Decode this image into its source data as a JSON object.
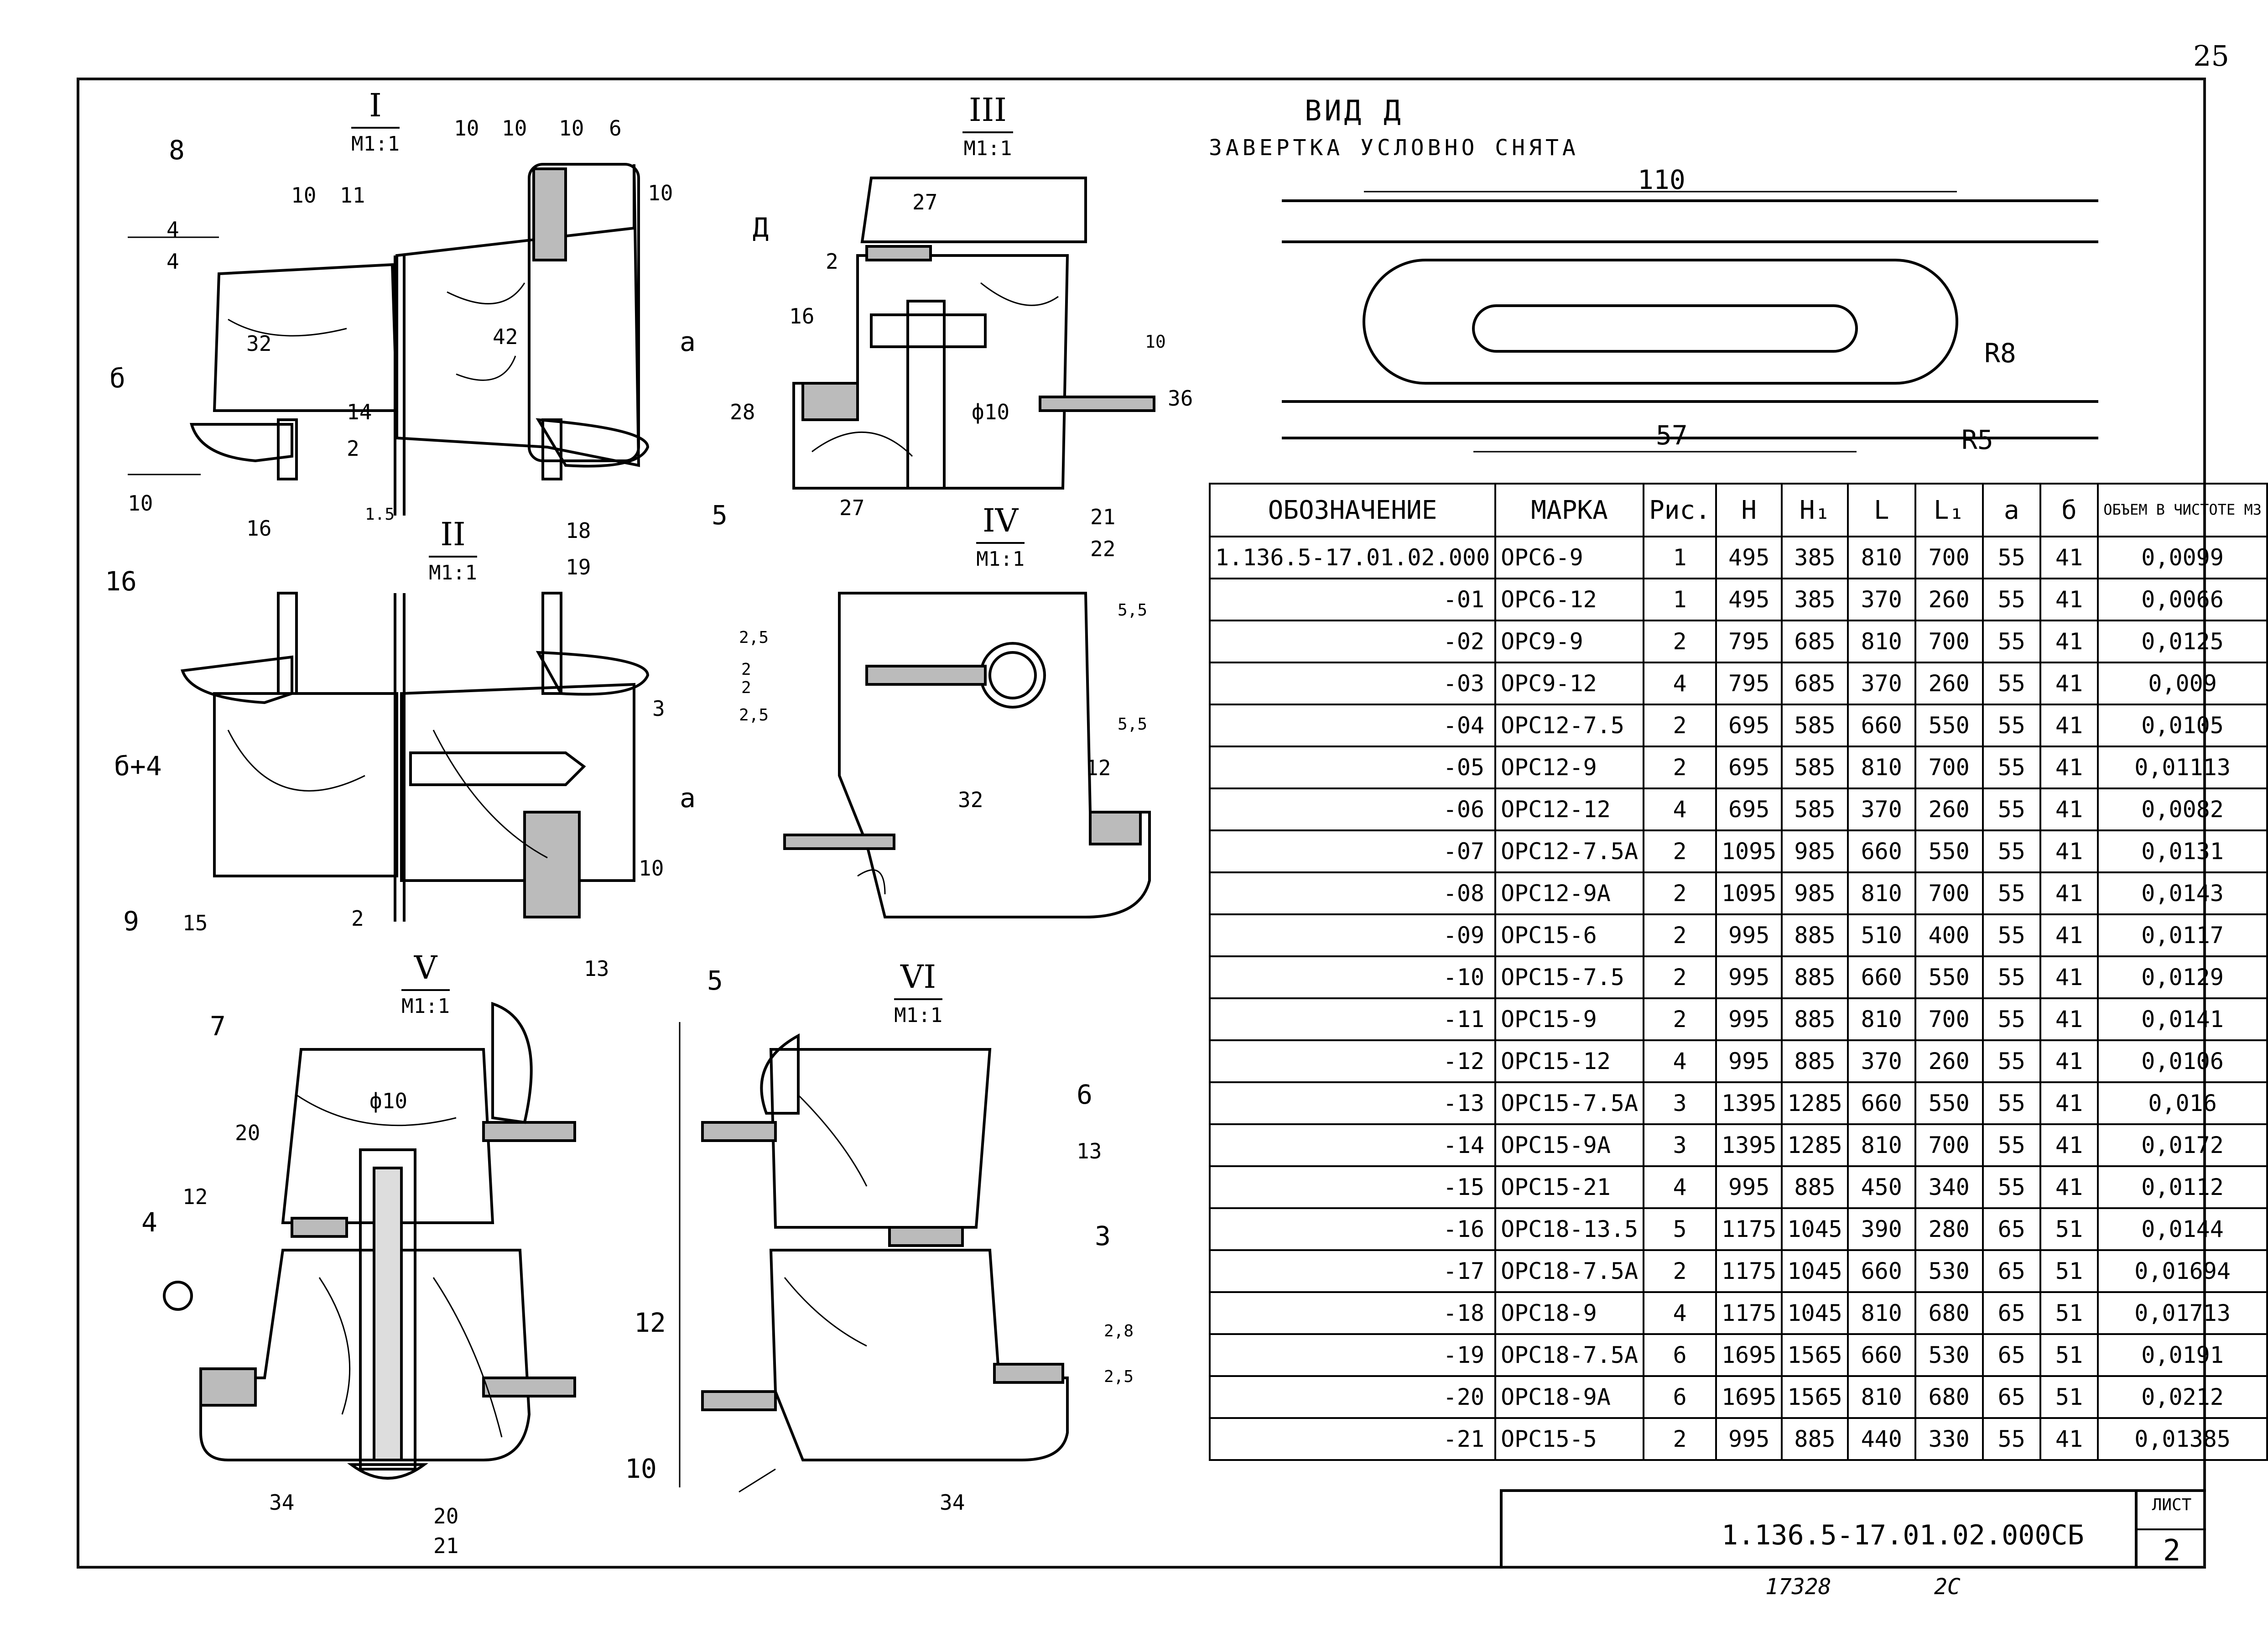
{
  "page_number": "25",
  "view_a": {
    "title": "ВИД Д",
    "subtitle": "ЗАВЕРТКА УСЛОВНО СНЯТА",
    "dims": {
      "width": "110",
      "slot": "57",
      "r_outer": "R8",
      "r_inner": "R5"
    }
  },
  "views": [
    {
      "roman": "I",
      "scale": "М1:1"
    },
    {
      "roman": "II",
      "scale": "М1:1"
    },
    {
      "roman": "III",
      "scale": "М1:1"
    },
    {
      "roman": "IV",
      "scale": "М1:1"
    },
    {
      "roman": "V",
      "scale": "М1:1"
    },
    {
      "roman": "VI",
      "scale": "М1:1"
    }
  ],
  "labels": {
    "v1": [
      "10",
      "11",
      "10",
      "10",
      "10",
      "6",
      "4",
      "4",
      "б",
      "32",
      "42",
      "14",
      "2",
      "10",
      "16",
      "1.5",
      "а",
      "10",
      "8",
      "18",
      "19",
      "5"
    ],
    "v2": [
      "16",
      "б+4",
      "3",
      "а",
      "10",
      "9",
      "15",
      "2",
      "13",
      "5"
    ],
    "v3": [
      "Д",
      "27",
      "2",
      "16",
      "28",
      "ф10",
      "10",
      "36",
      "27"
    ],
    "v4": [
      "21",
      "22",
      "5,5",
      "2,5",
      "2",
      "2",
      "2,5",
      "5,5",
      "12",
      "32"
    ],
    "v5": [
      "7",
      "ф10",
      "20",
      "12",
      "4",
      "34",
      "20",
      "21"
    ],
    "v6": [
      "6",
      "13",
      "3",
      "12",
      "2,8",
      "2,5",
      "10",
      "34"
    ]
  },
  "table": {
    "headers": [
      "ОБОЗНАЧЕНИЕ",
      "МАРКА",
      "Рис.",
      "Н",
      "Н₁",
      "L",
      "L₁",
      "а",
      "б",
      "ОБЪЕМ В ЧИСТОТЕ М3"
    ],
    "rows": [
      [
        "1.136.5-17.01.02.000",
        "ОРС6-9",
        "1",
        "495",
        "385",
        "810",
        "700",
        "55",
        "41",
        "0,0099"
      ],
      [
        "-01",
        "ОРС6-12",
        "1",
        "495",
        "385",
        "370",
        "260",
        "55",
        "41",
        "0,0066"
      ],
      [
        "-02",
        "ОРС9-9",
        "2",
        "795",
        "685",
        "810",
        "700",
        "55",
        "41",
        "0,0125"
      ],
      [
        "-03",
        "ОРС9-12",
        "4",
        "795",
        "685",
        "370",
        "260",
        "55",
        "41",
        "0,009"
      ],
      [
        "-04",
        "ОРС12-7.5",
        "2",
        "695",
        "585",
        "660",
        "550",
        "55",
        "41",
        "0,0105"
      ],
      [
        "-05",
        "ОРС12-9",
        "2",
        "695",
        "585",
        "810",
        "700",
        "55",
        "41",
        "0,01113"
      ],
      [
        "-06",
        "ОРС12-12",
        "4",
        "695",
        "585",
        "370",
        "260",
        "55",
        "41",
        "0,0082"
      ],
      [
        "-07",
        "ОРС12-7.5А",
        "2",
        "1095",
        "985",
        "660",
        "550",
        "55",
        "41",
        "0,0131"
      ],
      [
        "-08",
        "ОРС12-9А",
        "2",
        "1095",
        "985",
        "810",
        "700",
        "55",
        "41",
        "0,0143"
      ],
      [
        "-09",
        "ОРС15-6",
        "2",
        "995",
        "885",
        "510",
        "400",
        "55",
        "41",
        "0,0117"
      ],
      [
        "-10",
        "ОРС15-7.5",
        "2",
        "995",
        "885",
        "660",
        "550",
        "55",
        "41",
        "0,0129"
      ],
      [
        "-11",
        "ОРС15-9",
        "2",
        "995",
        "885",
        "810",
        "700",
        "55",
        "41",
        "0,0141"
      ],
      [
        "-12",
        "ОРС15-12",
        "4",
        "995",
        "885",
        "370",
        "260",
        "55",
        "41",
        "0,0106"
      ],
      [
        "-13",
        "ОРС15-7.5А",
        "3",
        "1395",
        "1285",
        "660",
        "550",
        "55",
        "41",
        "0,016"
      ],
      [
        "-14",
        "ОРС15-9А",
        "3",
        "1395",
        "1285",
        "810",
        "700",
        "55",
        "41",
        "0,0172"
      ],
      [
        "-15",
        "ОРС15-21",
        "4",
        "995",
        "885",
        "450",
        "340",
        "55",
        "41",
        "0,0112"
      ],
      [
        "-16",
        "ОРС18-13.5",
        "5",
        "1175",
        "1045",
        "390",
        "280",
        "65",
        "51",
        "0,0144"
      ],
      [
        "-17",
        "ОРС18-7.5А",
        "2",
        "1175",
        "1045",
        "660",
        "530",
        "65",
        "51",
        "0,01694"
      ],
      [
        "-18",
        "ОРС18-9",
        "4",
        "1175",
        "1045",
        "810",
        "680",
        "65",
        "51",
        "0,01713"
      ],
      [
        "-19",
        "ОРС18-7.5А",
        "6",
        "1695",
        "1565",
        "660",
        "530",
        "65",
        "51",
        "0,0191"
      ],
      [
        "-20",
        "ОРС18-9А",
        "6",
        "1695",
        "1565",
        "810",
        "680",
        "65",
        "51",
        "0,0212"
      ],
      [
        "-21",
        "ОРС15-5",
        "2",
        "995",
        "885",
        "440",
        "330",
        "55",
        "41",
        "0,01385"
      ]
    ]
  },
  "title_block": {
    "code": "1.136.5-17.01.02.000СБ",
    "sheet_label": "ЛИСТ",
    "sheet": "2"
  },
  "inventory": {
    "num": "17328",
    "extra": "2С"
  }
}
